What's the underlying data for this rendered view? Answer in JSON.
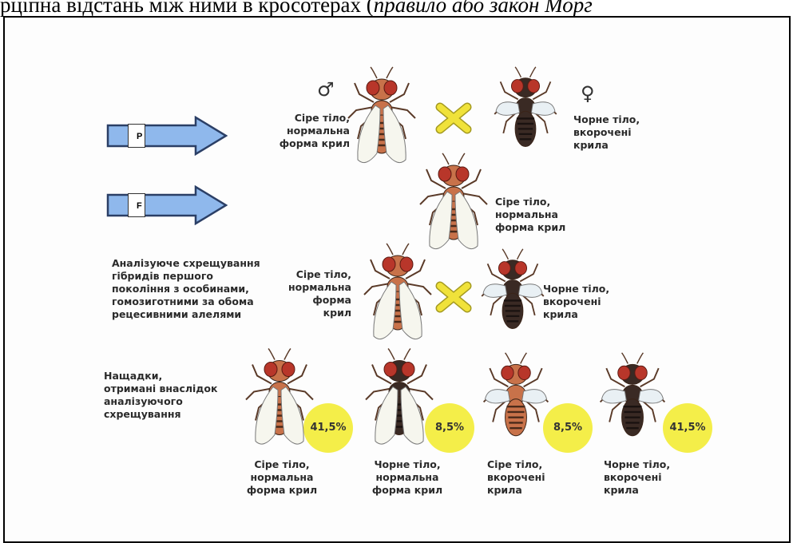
{
  "top_text": {
    "prefix": "рціпна відстань між ними в кросотерах (",
    "italic": "правило або закон Морг"
  },
  "generations": {
    "p_label": "P",
    "f_label": "F"
  },
  "symbols": {
    "male": "♂",
    "female": "♀"
  },
  "parents": {
    "male_label": [
      "Сіре тіло,",
      "нормальна",
      "форма крил"
    ],
    "female_label": [
      "Чорне тіло,",
      "вкорочені",
      "крила"
    ]
  },
  "f1_label": [
    "Сіре тіло,",
    "нормальна",
    "форма крил"
  ],
  "test_cross": {
    "description": [
      "Аналізуюче схрещування",
      "гібридів першого",
      "покоління з особинами,",
      "гомозиготними за обома",
      "рецесивними алелями"
    ],
    "left_label": [
      "Сіре тіло,",
      "нормальна",
      "форма",
      "крил"
    ],
    "right_label": [
      "Чорне тіло,",
      "вкорочені",
      "крила"
    ]
  },
  "offspring": {
    "description": [
      "Нащадки,",
      "отримані внаслідок",
      "аналізуючого",
      "схрещування"
    ],
    "items": [
      {
        "percent": "41,5%",
        "label": [
          "Сіре тіло,",
          "нормальна",
          "форма крил"
        ]
      },
      {
        "percent": "8,5%",
        "label": [
          "Чорне тіло,",
          "нормальна",
          "форма крил"
        ]
      },
      {
        "percent": "8,5%",
        "label": [
          "Сіре тіло,",
          "вкорочені",
          "крила"
        ]
      },
      {
        "percent": "41,5%",
        "label": [
          "Чорне тіло,",
          "вкорочені",
          "крила"
        ]
      }
    ]
  },
  "colors": {
    "arrow_fill": "#8fb8ec",
    "arrow_stroke": "#2b3f66",
    "grey_body": "#c8724a",
    "black_body": "#3a2a24",
    "eye": "#b8362a",
    "cross": "#f0e23a",
    "percent_circle": "#f4ee49"
  }
}
